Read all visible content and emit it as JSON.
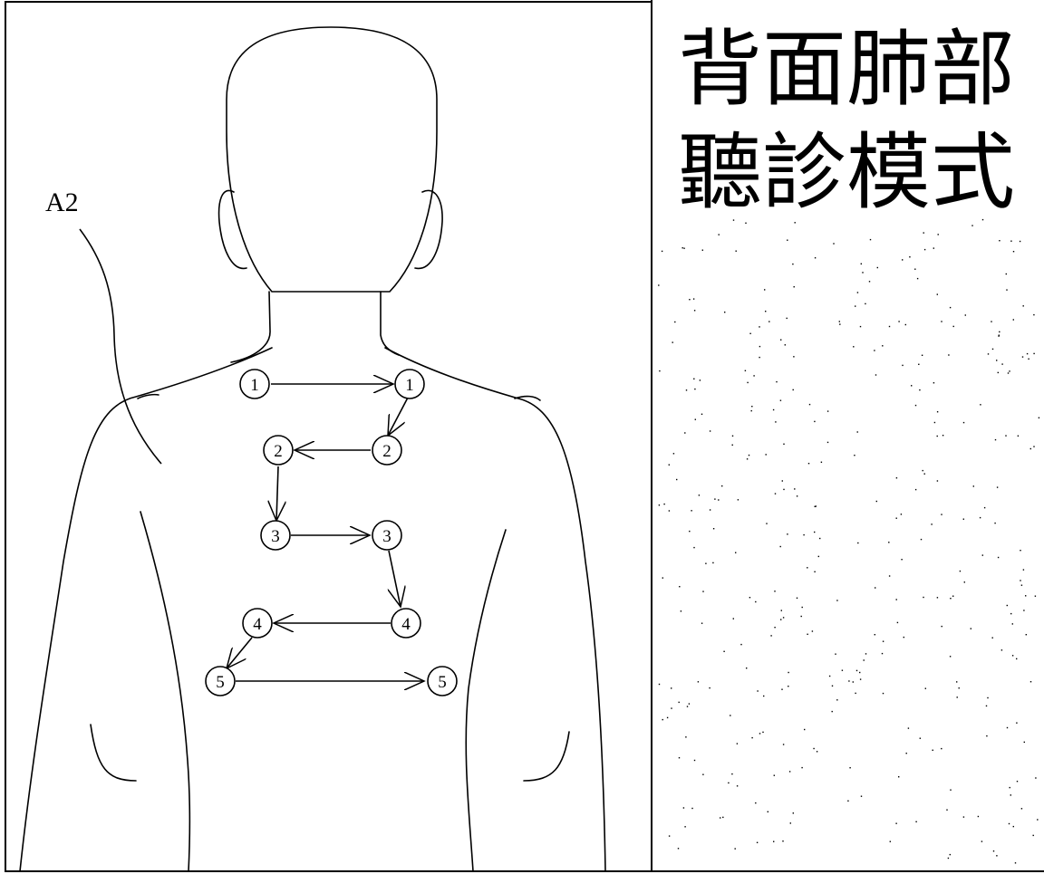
{
  "reference_label": "A2",
  "title_lines": [
    "背面肺部",
    "聽診模式"
  ],
  "auscultation_points": [
    {
      "left": "1",
      "right": "1"
    },
    {
      "left": "2",
      "right": "2"
    },
    {
      "left": "3",
      "right": "3"
    },
    {
      "left": "4",
      "right": "4"
    },
    {
      "left": "5",
      "right": "5"
    }
  ],
  "colors": {
    "line": "#000000",
    "background": "#ffffff"
  }
}
